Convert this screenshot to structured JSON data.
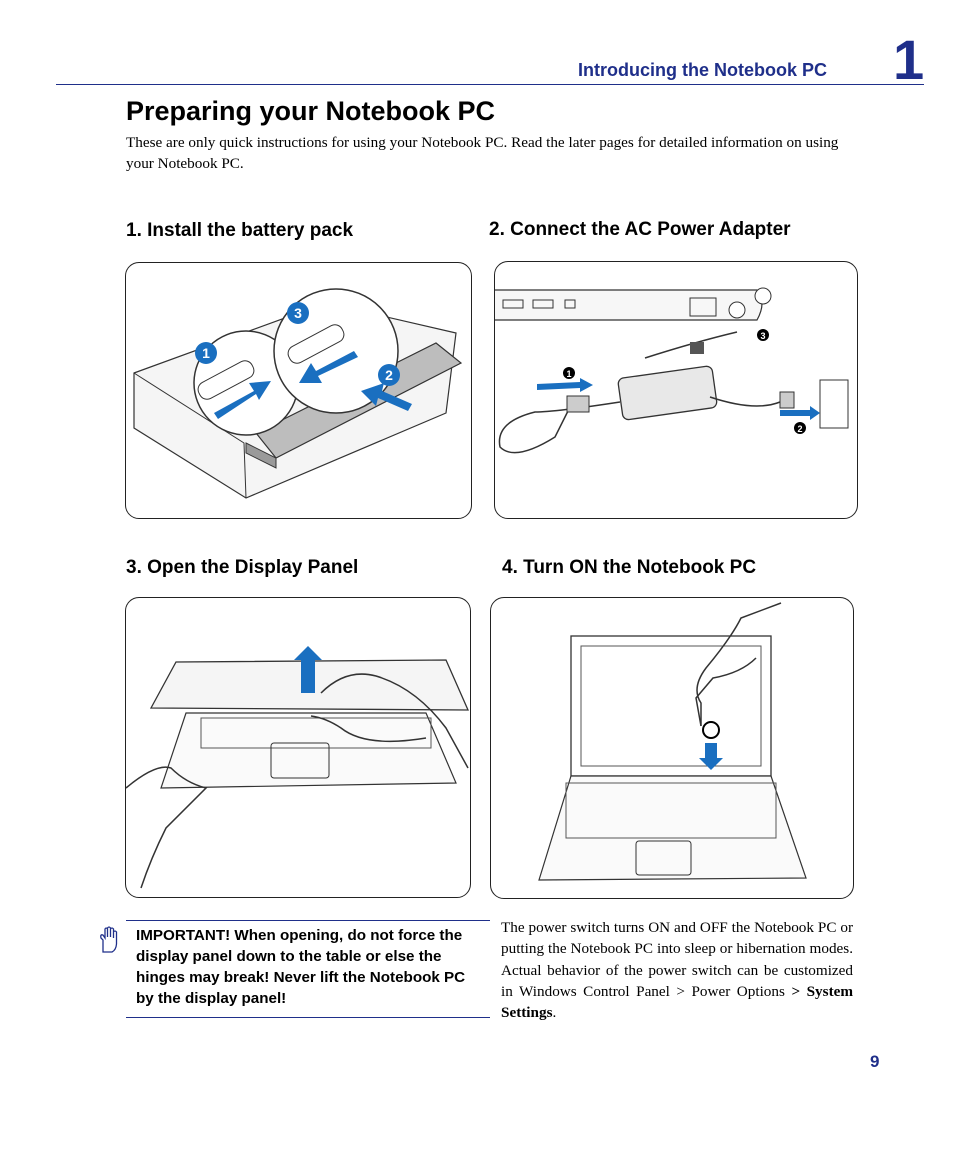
{
  "header": {
    "section_title": "Introducing the Notebook PC",
    "chapter_number": "1"
  },
  "page_title": "Preparing your Notebook PC",
  "intro": "These are only quick instructions for using your Notebook PC. Read the later pages for detailed information on using your Notebook PC.",
  "steps": [
    {
      "title": "1. Install the battery pack",
      "callouts": [
        "1",
        "2",
        "3"
      ]
    },
    {
      "title": "2. Connect the AC Power Adapter",
      "callouts": [
        "1",
        "2",
        "3"
      ]
    },
    {
      "title": "3. Open the Display Panel"
    },
    {
      "title": "4. Turn ON the Notebook PC"
    }
  ],
  "important_note": "IMPORTANT! When opening, do not force the display panel down to the table or else the hinges may break! Never lift the Notebook PC by the display panel!",
  "power_text": {
    "main": "The power switch turns ON and OFF the Notebook PC or putting the Notebook PC into sleep or hibernation modes. Actual behavior of the power switch can be customized in Windows Control Panel > Power Options",
    "bold": "> System Settings",
    "end": "."
  },
  "page_number": "9",
  "colors": {
    "accent": "#1f2f8a",
    "arrow_blue": "#1a6fc0"
  }
}
